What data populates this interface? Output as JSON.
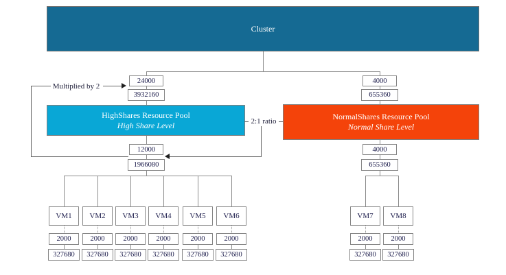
{
  "cluster": {
    "label": "Cluster",
    "color": "#156a93"
  },
  "annotations": {
    "multiplied": "Multiplied by 2",
    "ratio": "2:1 ratio"
  },
  "colors": {
    "cluster": "#156a93",
    "high_pool": "#09a7d6",
    "normal_pool": "#f4430a",
    "connector_line": "#8c8c8c",
    "value_text": "#1b1b4a"
  },
  "pools": {
    "high": {
      "title": "HighShares Resource Pool",
      "subtitle": "High Share Level",
      "color": "#09a7d6",
      "top_shares": "24000",
      "top_reservation": "3932160",
      "bottom_shares": "12000",
      "bottom_reservation": "1966080",
      "vms": [
        {
          "name": "VM1",
          "shares": "2000",
          "reservation": "327680"
        },
        {
          "name": "VM2",
          "shares": "2000",
          "reservation": "327680"
        },
        {
          "name": "VM3",
          "shares": "2000",
          "reservation": "327680"
        },
        {
          "name": "VM4",
          "shares": "2000",
          "reservation": "327680"
        },
        {
          "name": "VM5",
          "shares": "2000",
          "reservation": "327680"
        },
        {
          "name": "VM6",
          "shares": "2000",
          "reservation": "327680"
        }
      ]
    },
    "normal": {
      "title": "NormalShares Resource Pool",
      "subtitle": "Normal Share Level",
      "color": "#f4430a",
      "top_shares": "4000",
      "top_reservation": "655360",
      "bottom_shares": "4000",
      "bottom_reservation": "655360",
      "vms": [
        {
          "name": "VM7",
          "shares": "2000",
          "reservation": "327680"
        },
        {
          "name": "VM8",
          "shares": "2000",
          "reservation": "327680"
        }
      ]
    }
  }
}
